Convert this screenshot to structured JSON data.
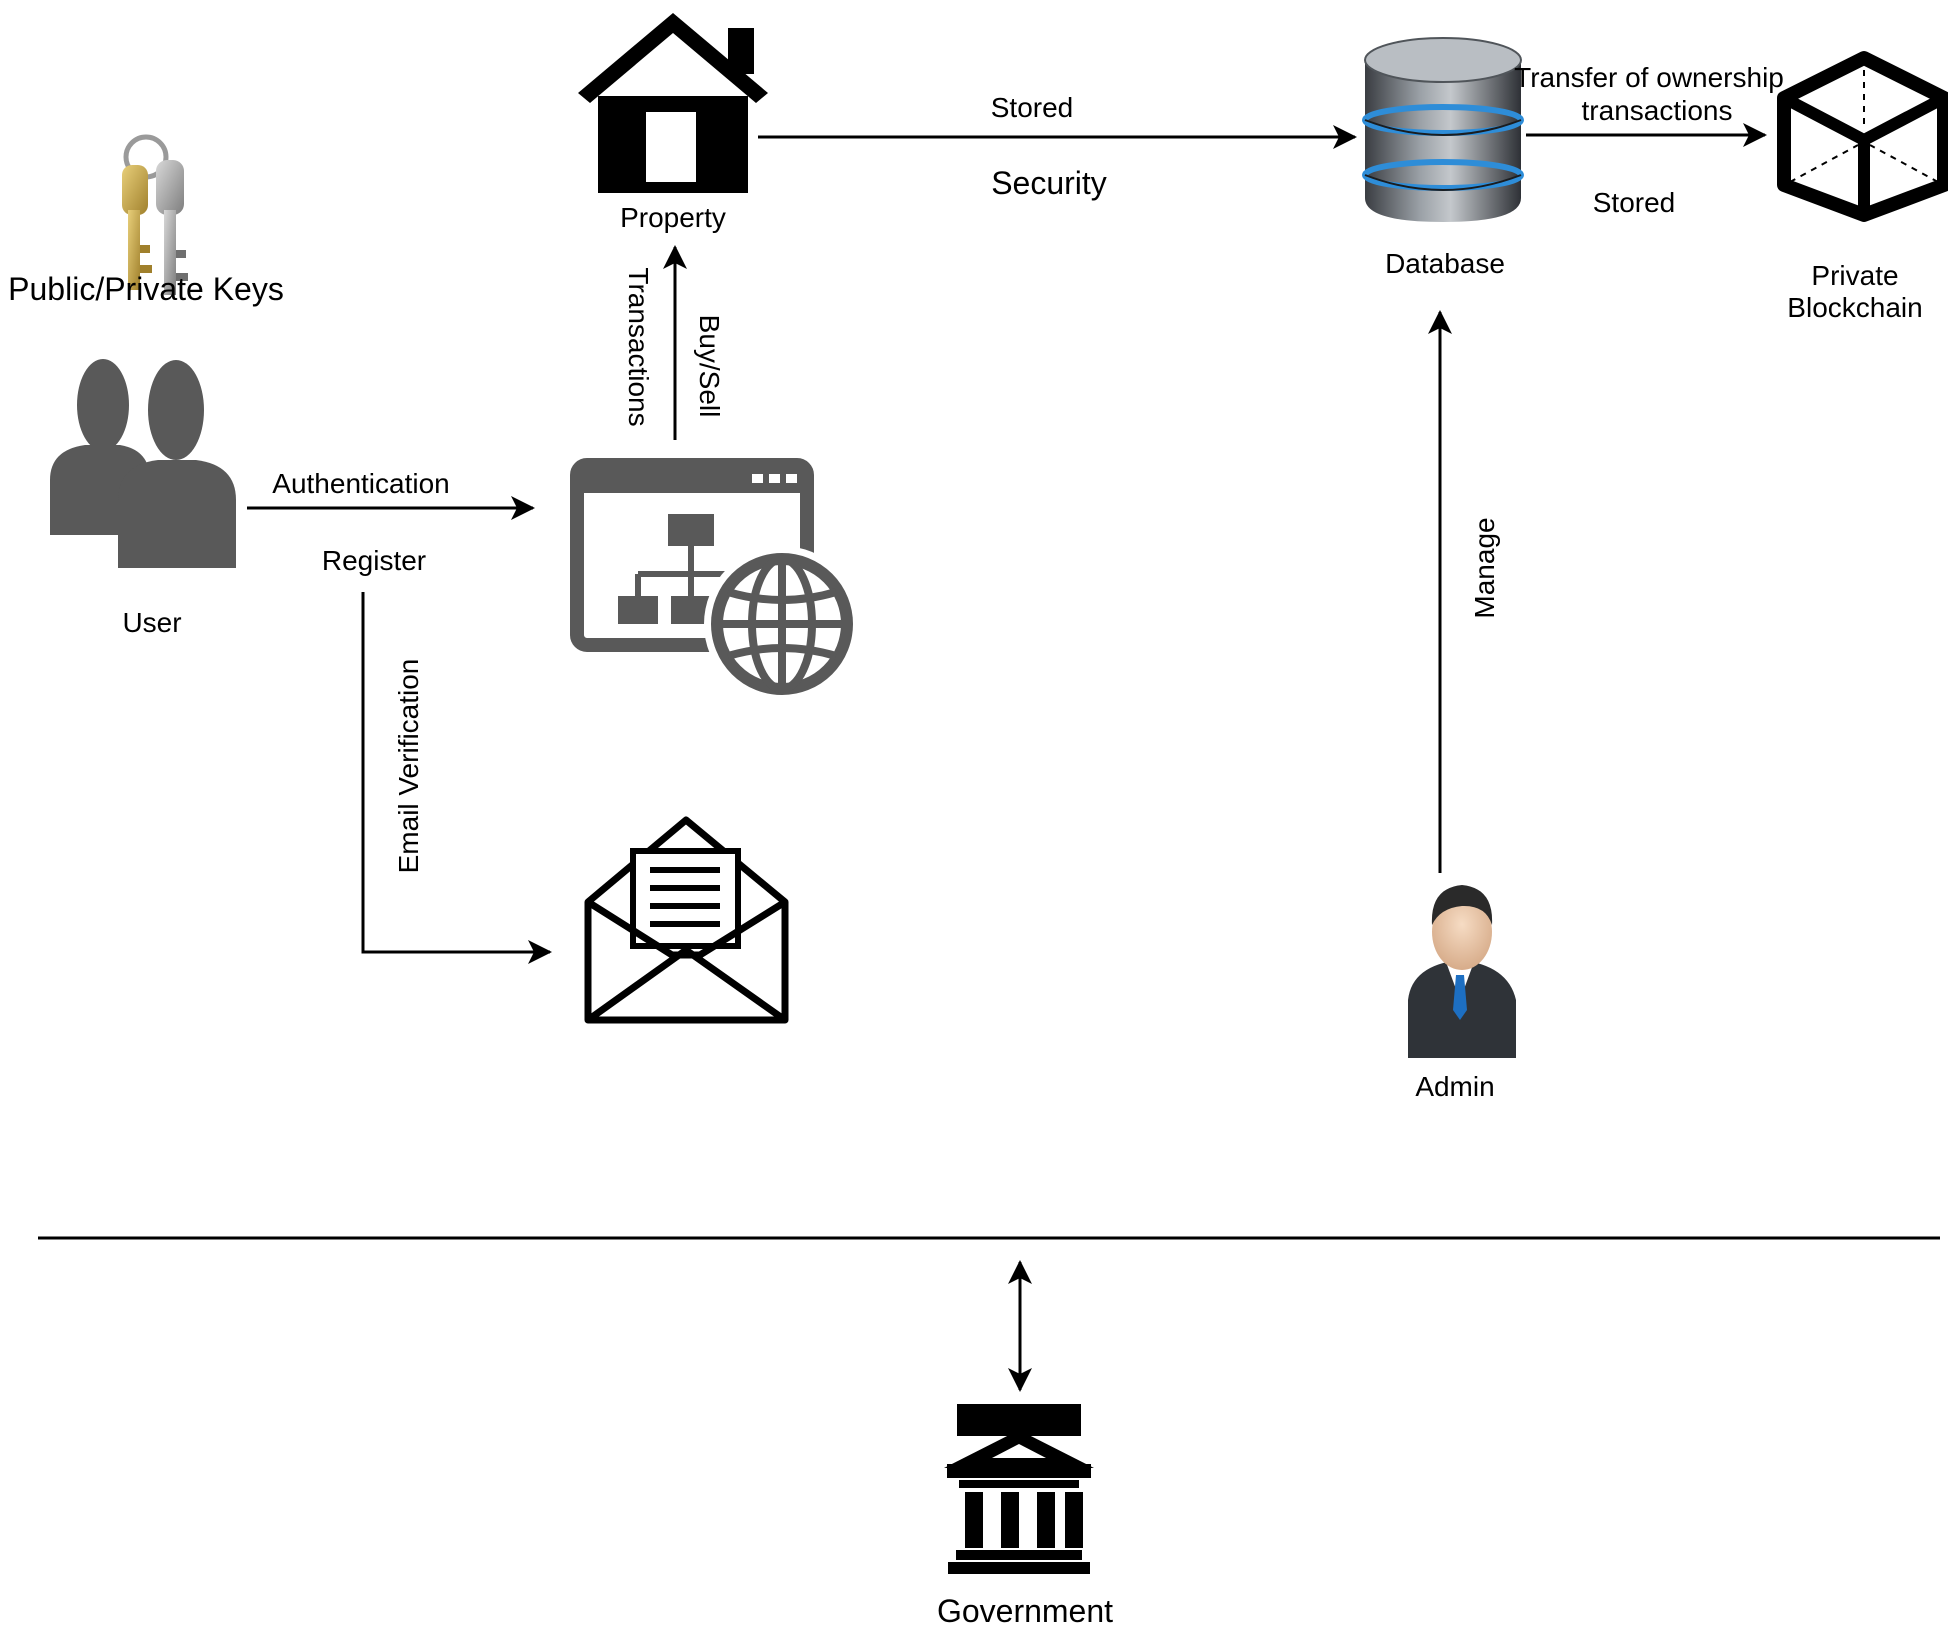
{
  "nodes": {
    "keys": "Public/Private Keys",
    "user": "User",
    "property": "Property",
    "database": "Database",
    "blockchain_line1": "Private",
    "blockchain_line2": "Blockchain",
    "admin": "Admin",
    "government": "Government"
  },
  "edges": {
    "authentication": "Authentication",
    "register": "Register",
    "email_verification": "Email Verification",
    "transactions": "Transactions",
    "buy_sell": "Buy/Sell",
    "stored_top": "Stored",
    "security": "Security",
    "transfer_line1": "Transfer of ownership",
    "transfer_line2": "transactions",
    "stored_right": "Stored",
    "manage": "Manage"
  },
  "icons": {
    "keys": "keys-icon",
    "user": "users-icon",
    "property": "house-icon",
    "web_app": "web-app-icon",
    "email": "envelope-icon",
    "database": "database-icon",
    "blockchain": "cube-icon",
    "admin": "admin-person-icon",
    "government": "bank-building-icon"
  }
}
